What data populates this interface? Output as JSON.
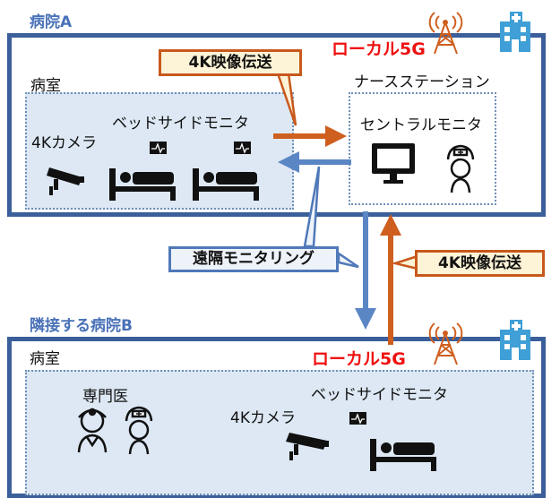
{
  "hospital_a": {
    "title": "病院A",
    "room_label": "病室",
    "camera_label": "4Kカメラ",
    "bedside_label": "ベッドサイドモニタ",
    "station_label": "ナースステーション",
    "central_label": "セントラルモニタ",
    "local5g": "ローカル5G",
    "video_callout": "4K映像伝送"
  },
  "remote": {
    "label": "遠隔モニタリング",
    "video_callout": "4K映像伝送"
  },
  "hospital_b": {
    "title": "隣接する病院B",
    "room_label": "病室",
    "specialist_label": "専門医",
    "camera_label": "4Kカメラ",
    "bedside_label": "ベッドサイドモニタ",
    "local5g": "ローカル5G"
  },
  "colors": {
    "frame": "#3b5f9a",
    "room_fill": "#dde8f4",
    "orange_arrow": "#cf5f1f",
    "blue_arrow": "#5b86c5",
    "accent_red": "#ee1111"
  }
}
